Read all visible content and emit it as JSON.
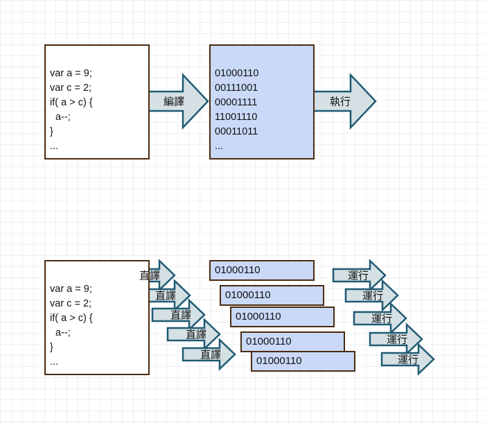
{
  "top": {
    "source_code": [
      "var a = 9;",
      "var c = 2;",
      "if( a > c) {",
      "  a--;",
      "}",
      "..."
    ],
    "compile_label": "編譯",
    "binary": [
      "01000110",
      "00111001",
      "00001111",
      "11001110",
      "00011011",
      "..."
    ],
    "execute_label": "執行"
  },
  "bottom": {
    "source_code": [
      "var a = 9;",
      "var c = 2;",
      "if( a > c) {",
      "  a--;",
      "}",
      "..."
    ],
    "interpret_labels": [
      "直譯",
      "直譯",
      "直譯",
      "直譯",
      "直譯"
    ],
    "binary_strips": [
      "01000110",
      "01000110",
      "01000110",
      "01000110",
      "01000110"
    ],
    "run_labels": [
      "運行",
      "運行",
      "運行",
      "運行",
      "運行"
    ]
  },
  "colors": {
    "box_border": "#4a2a0e",
    "binary_fill": "#c9d9f7",
    "arrow_fill": "#d4e0e4",
    "arrow_stroke": "#1f5a72"
  }
}
